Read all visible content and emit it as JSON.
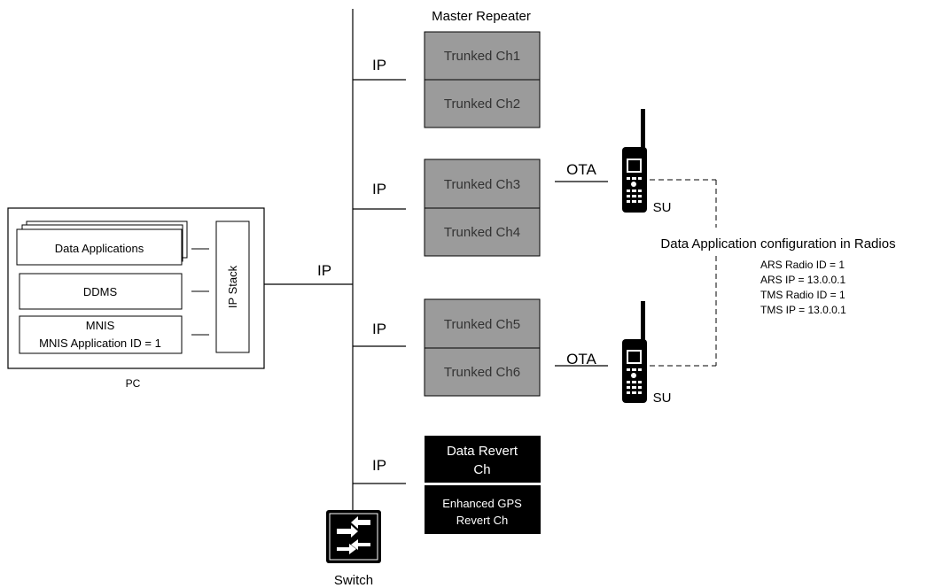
{
  "pc": {
    "label": "PC",
    "apps": {
      "data_applications": "Data Applications",
      "ddms": "DDMS",
      "mnis_title": "MNIS",
      "mnis_app_id": "MNIS Application ID = 1"
    },
    "ip_stack": "IP Stack"
  },
  "links": {
    "pc_ip": "IP",
    "ip_1": "IP",
    "ip_2": "IP",
    "ip_3": "IP",
    "ip_4": "IP",
    "ota_1": "OTA",
    "ota_2": "OTA"
  },
  "repeater": {
    "title": "Master Repeater",
    "channels": [
      "Trunked Ch1",
      "Trunked Ch2",
      "Trunked Ch3",
      "Trunked Ch4",
      "Trunked Ch5",
      "Trunked Ch6"
    ]
  },
  "revert": {
    "data_line1": "Data Revert",
    "data_line2": "Ch",
    "gps_line1": "Enhanced GPS",
    "gps_line2": "Revert Ch"
  },
  "switch": {
    "label": "Switch"
  },
  "radios": {
    "su_1": "SU",
    "su_2": "SU"
  },
  "config": {
    "title": "Data Application configuration in Radios",
    "lines": [
      "ARS Radio ID = 1",
      "ARS IP = 13.0.0.1",
      "TMS Radio ID = 1",
      "TMS IP = 13.0.0.1"
    ]
  },
  "colors": {
    "channel_fill": "#9b9b9b",
    "revert_fill": "#000000"
  }
}
